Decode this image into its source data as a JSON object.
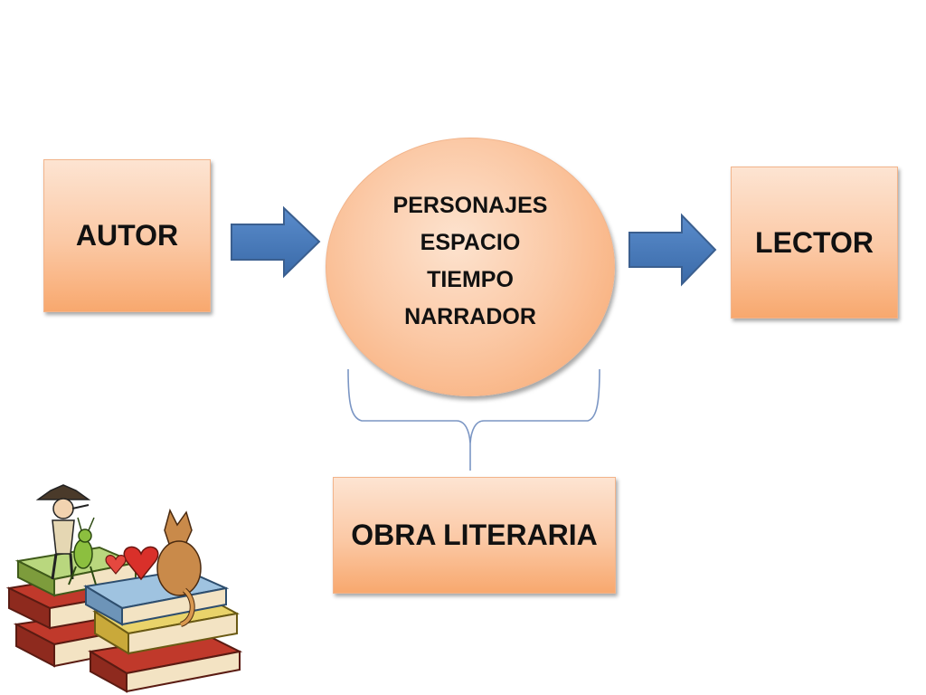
{
  "diagram": {
    "author_label": "AUTOR",
    "reader_label": "LECTOR",
    "work_label": "OBRA LITERARIA",
    "elements": [
      "PERSONAJES",
      "ESPACIO",
      "TIEMPO",
      "NARRADOR"
    ]
  },
  "colors": {
    "box_fill": "#fbc8a4",
    "arrow_fill": "#4f81bd",
    "bracket_stroke": "#6f8fbf"
  },
  "illustration": {
    "subject": "cartoon characters sitting on a stack of books"
  }
}
